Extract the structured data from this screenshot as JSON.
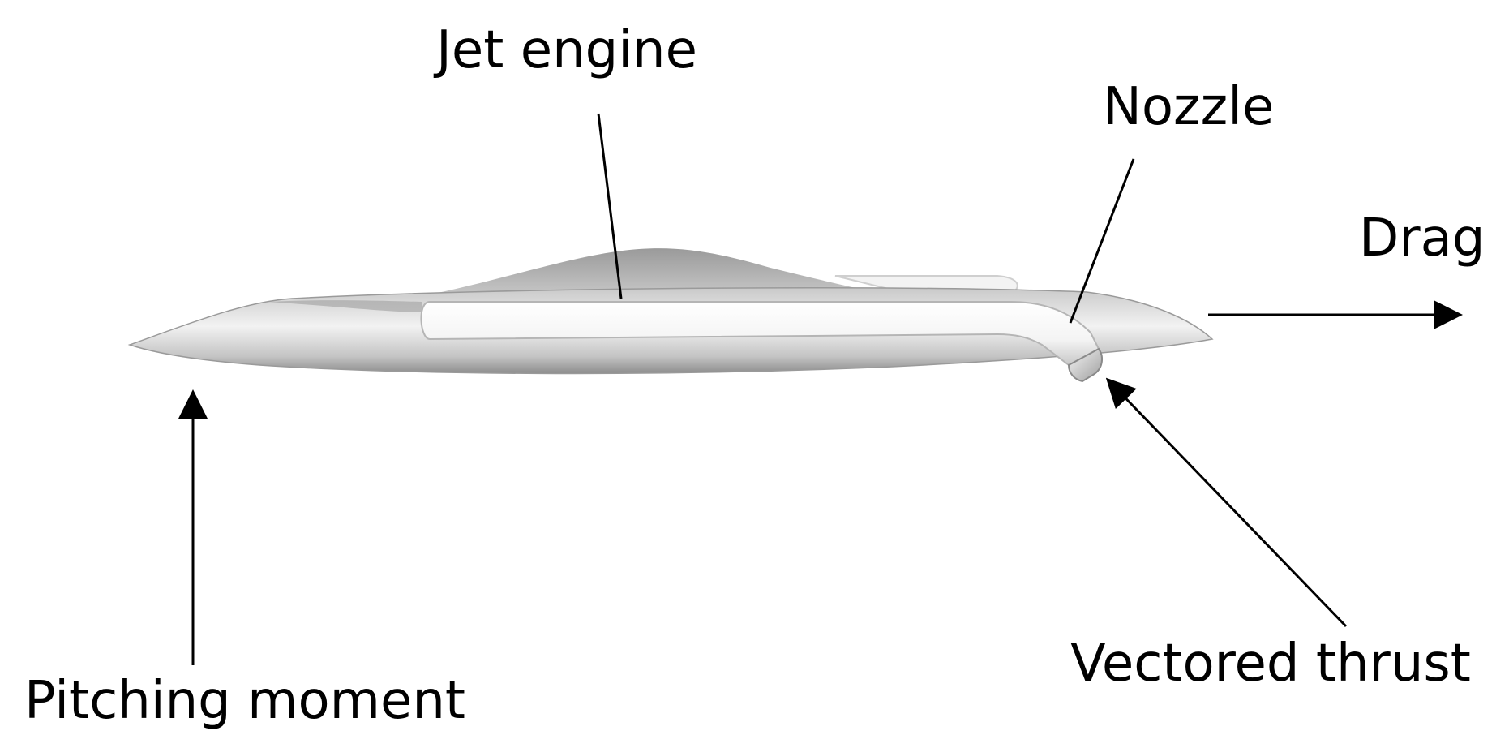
{
  "labels": {
    "jet_engine": "Jet engine",
    "nozzle": "Nozzle",
    "drag": "Drag",
    "vectored_thrust": "Vectored thrust",
    "pitching_moment": "Pitching moment"
  },
  "colors": {
    "text": "#000000",
    "arrow": "#000000",
    "body_light": "#e8e8e8",
    "body_mid": "#b8b8b8",
    "body_dark": "#8a8a8a",
    "engine_tube": "#ffffff"
  }
}
